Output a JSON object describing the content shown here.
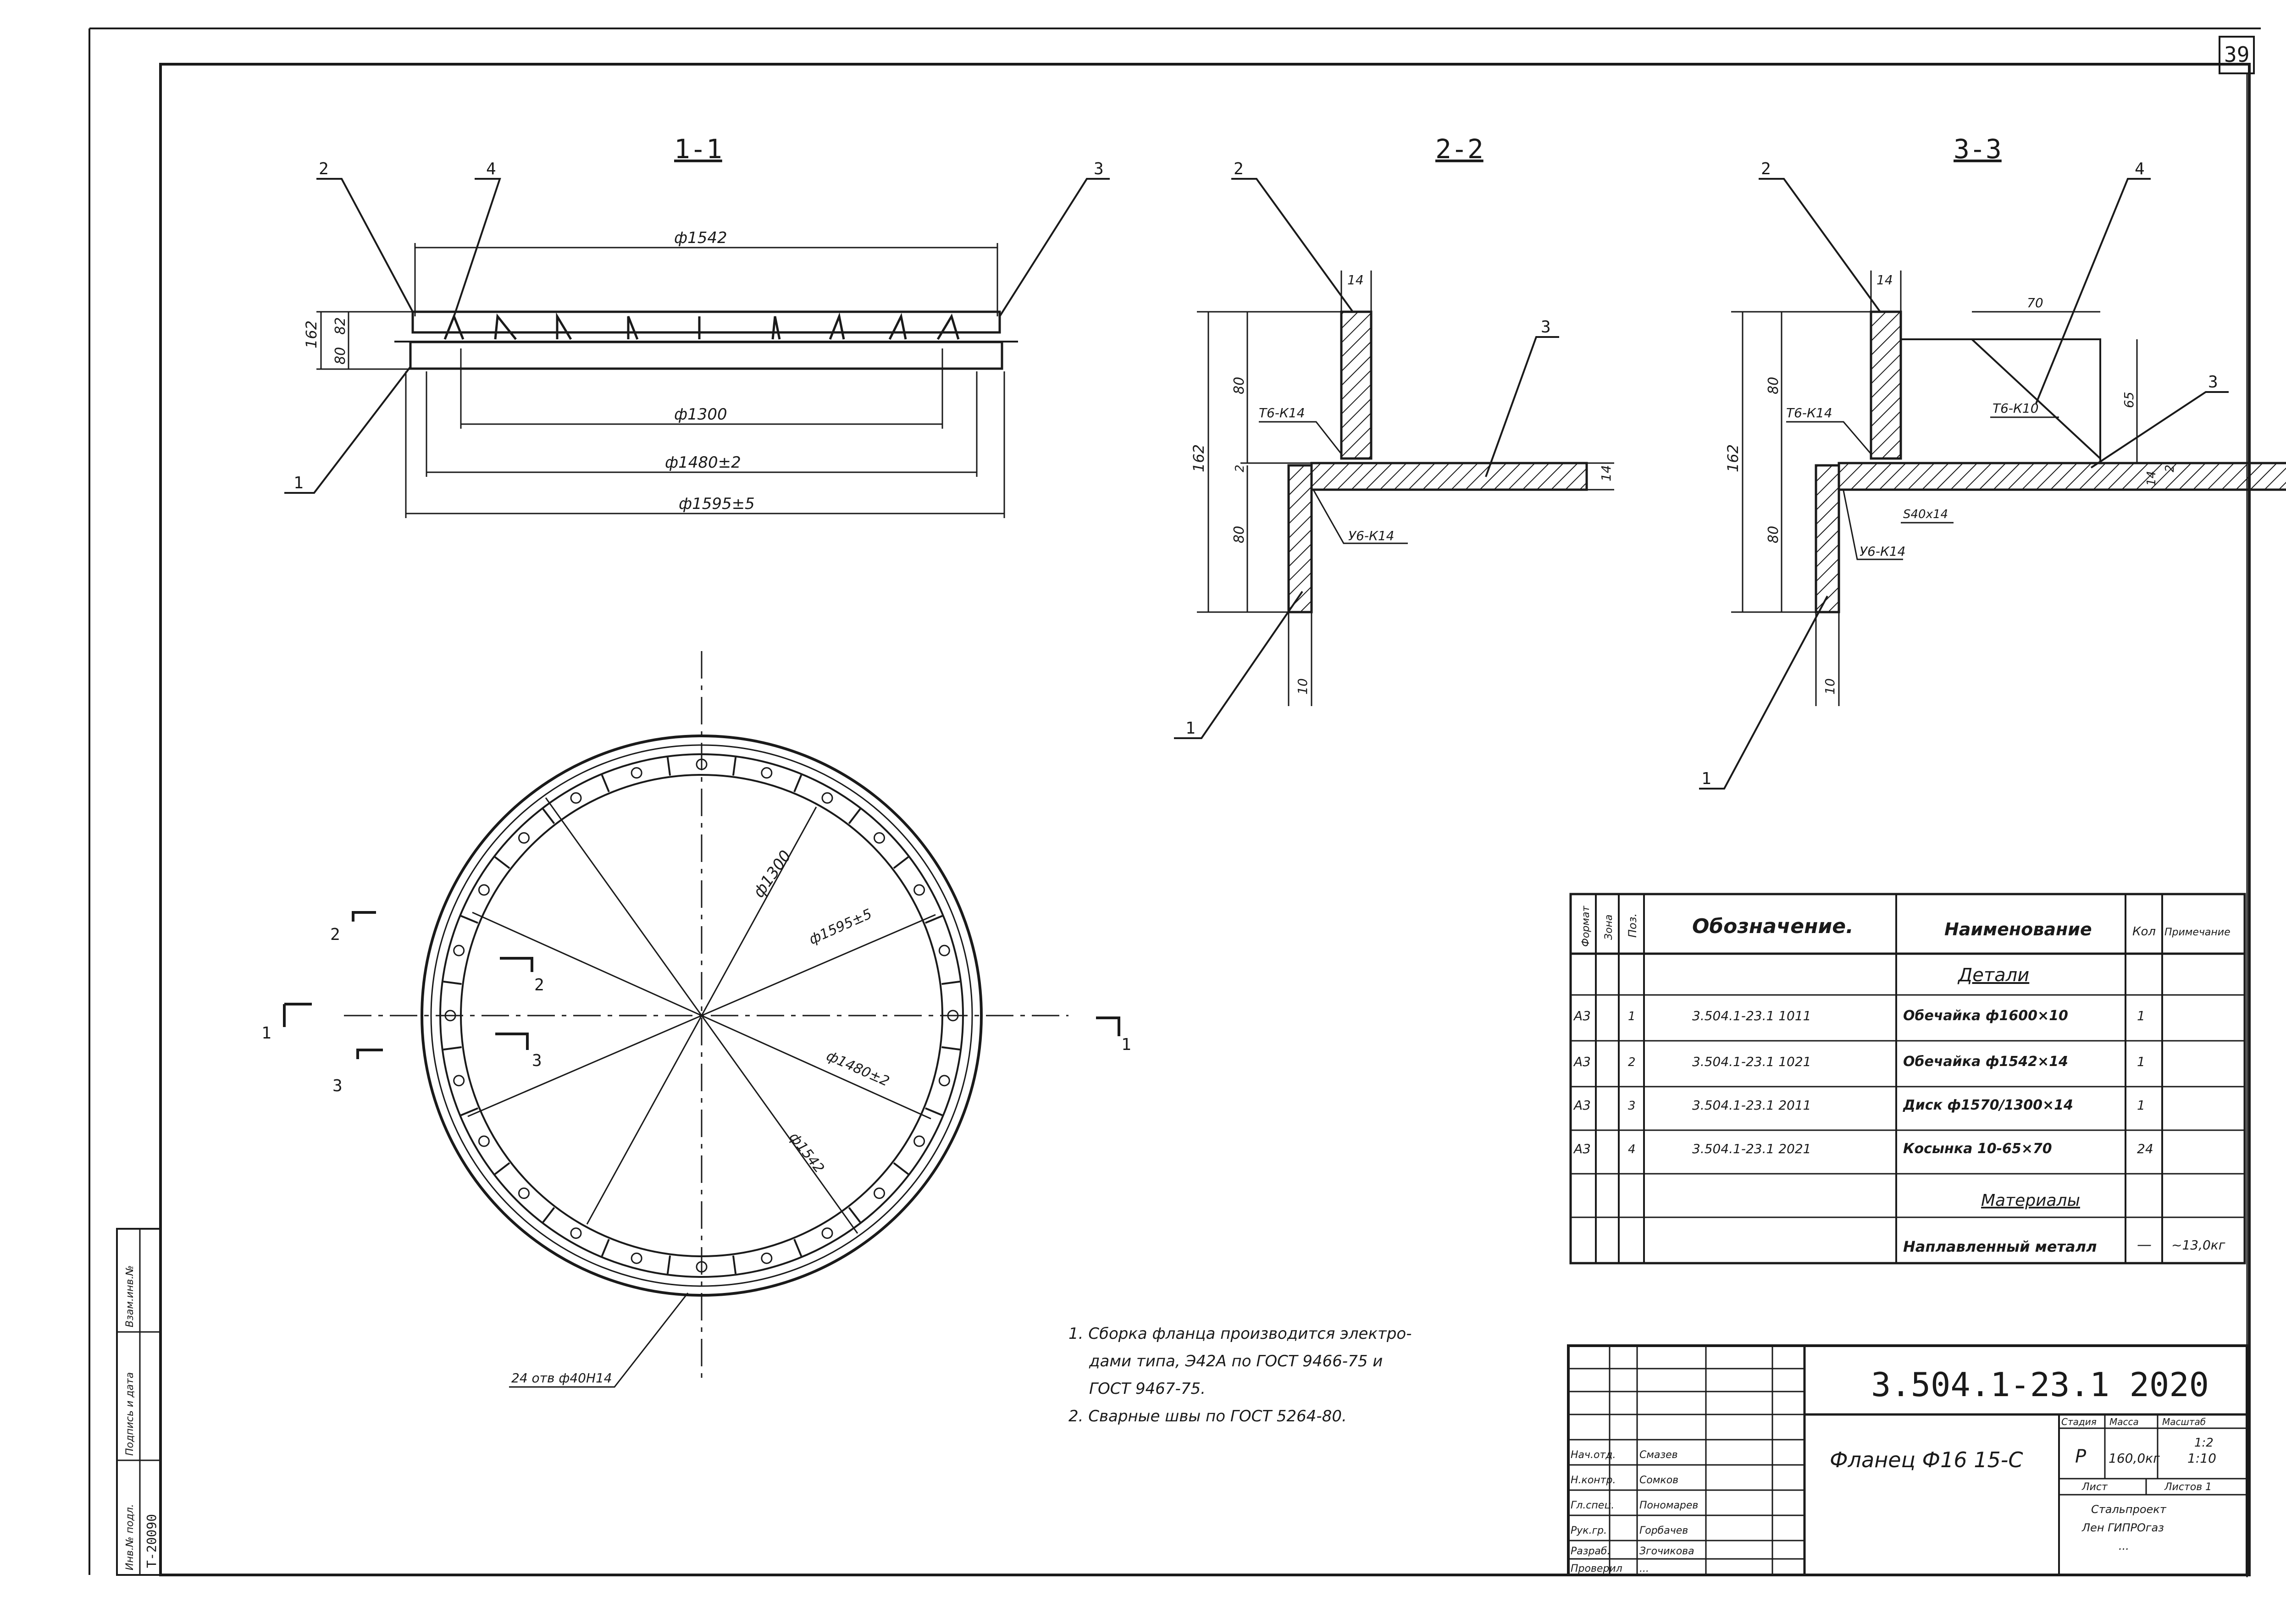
{
  "sheet": {
    "number": "39"
  },
  "sections": {
    "s1": {
      "title": "1-1",
      "callouts": [
        "2",
        "4",
        "3",
        "1"
      ],
      "dims": {
        "d1542": "ф1542",
        "d1300": "ф1300",
        "d1480": "ф1480±2",
        "d1595": "ф1595±5",
        "h162": "162",
        "h82": "82",
        "h80": "80"
      }
    },
    "s2": {
      "title": "2-2",
      "callouts": [
        "2",
        "3",
        "1"
      ],
      "dims": {
        "w14": "14",
        "w10": "10",
        "h162": "162",
        "h80a": "80",
        "h80b": "80",
        "h2": "2",
        "t14": "14"
      },
      "welds": [
        "Т6-К14",
        "У6-К14"
      ]
    },
    "s3": {
      "title": "3-3",
      "callouts": [
        "2",
        "4",
        "3",
        "1"
      ],
      "dims": {
        "w14": "14",
        "w70": "70",
        "w10": "10",
        "h162": "162",
        "h80a": "80",
        "h80b": "80",
        "h2": "2",
        "h14": "14",
        "h65": "65",
        "s40": "S40x14"
      },
      "welds": [
        "Т6-К14",
        "Т6-К10",
        "У6-К14"
      ]
    }
  },
  "plan": {
    "labels": {
      "d1300": "ф1300",
      "d1595": "ф1595±5",
      "d1480": "ф1480±2",
      "d1542": "ф1542",
      "holes": "24 отв ф40Н14"
    },
    "section_marks": [
      "2",
      "1",
      "3",
      "2",
      "3",
      "1"
    ]
  },
  "spec_table": {
    "headers": {
      "format": "Формат",
      "zone": "Зона",
      "pos": "Поз.",
      "designation": "Обозначение.",
      "name": "Наименование",
      "qty": "Кол",
      "note": "Примечание"
    },
    "section_details": "Детали",
    "rows": [
      {
        "format": "А3",
        "pos": "1",
        "designation": "3.504.1-23.1  1011",
        "name": "Обечайка ф1600×10",
        "qty": "1",
        "note": ""
      },
      {
        "format": "А3",
        "pos": "2",
        "designation": "3.504.1-23.1  1021",
        "name": "Обечайка ф1542×14",
        "qty": "1",
        "note": ""
      },
      {
        "format": "А3",
        "pos": "3",
        "designation": "3.504.1-23.1  2011",
        "name": "Диск ф1570/1300×14",
        "qty": "1",
        "note": ""
      },
      {
        "format": "А3",
        "pos": "4",
        "designation": "3.504.1-23.1  2021",
        "name": "Косынка 10-65×70",
        "qty": "24",
        "note": ""
      }
    ],
    "section_materials": "Материалы",
    "material_row": {
      "name": "Наплавленный металл",
      "qty": "—",
      "note": "~13,0кг"
    }
  },
  "notes": [
    "1. Сборка фланца производится электро-",
    "дами типа, Э42А по ГОСТ 9466-75  и",
    "ГОСТ 9467-75.",
    "2. Сварные швы по ГОСТ 5264-80."
  ],
  "title_block": {
    "code": "3.504.1-23.1 2020",
    "name": "Фланец Ф16 15-С",
    "stage_label": "Стадия",
    "mass_label": "Масса",
    "scale_label": "Масштаб",
    "stage": "Р",
    "mass": "160,0кг",
    "scale_top": "1:2",
    "scale": "1:10",
    "sheet_label": "Лист",
    "sheets_label": "Листов 1",
    "org_lines": [
      "Стальпроект",
      "Лен ГИПРОгаз",
      "..."
    ],
    "roles": [
      {
        "role": "Нач.отд.",
        "person": "Смазев"
      },
      {
        "role": "Н.контр.",
        "person": "Сомков"
      },
      {
        "role": "Гл.спец.",
        "person": "Пономарев"
      },
      {
        "role": "Рук.гр.",
        "person": "Горбачев"
      },
      {
        "role": "Разраб.",
        "person": "Згочикова"
      },
      {
        "role": "Проверил",
        "person": "..."
      }
    ]
  },
  "side_stamp": {
    "inv_orig": "Инв.№ подл.",
    "sign_date": "Подпись и дата",
    "inv_dup": "Взам.инв.№",
    "number": "Т-20090"
  }
}
